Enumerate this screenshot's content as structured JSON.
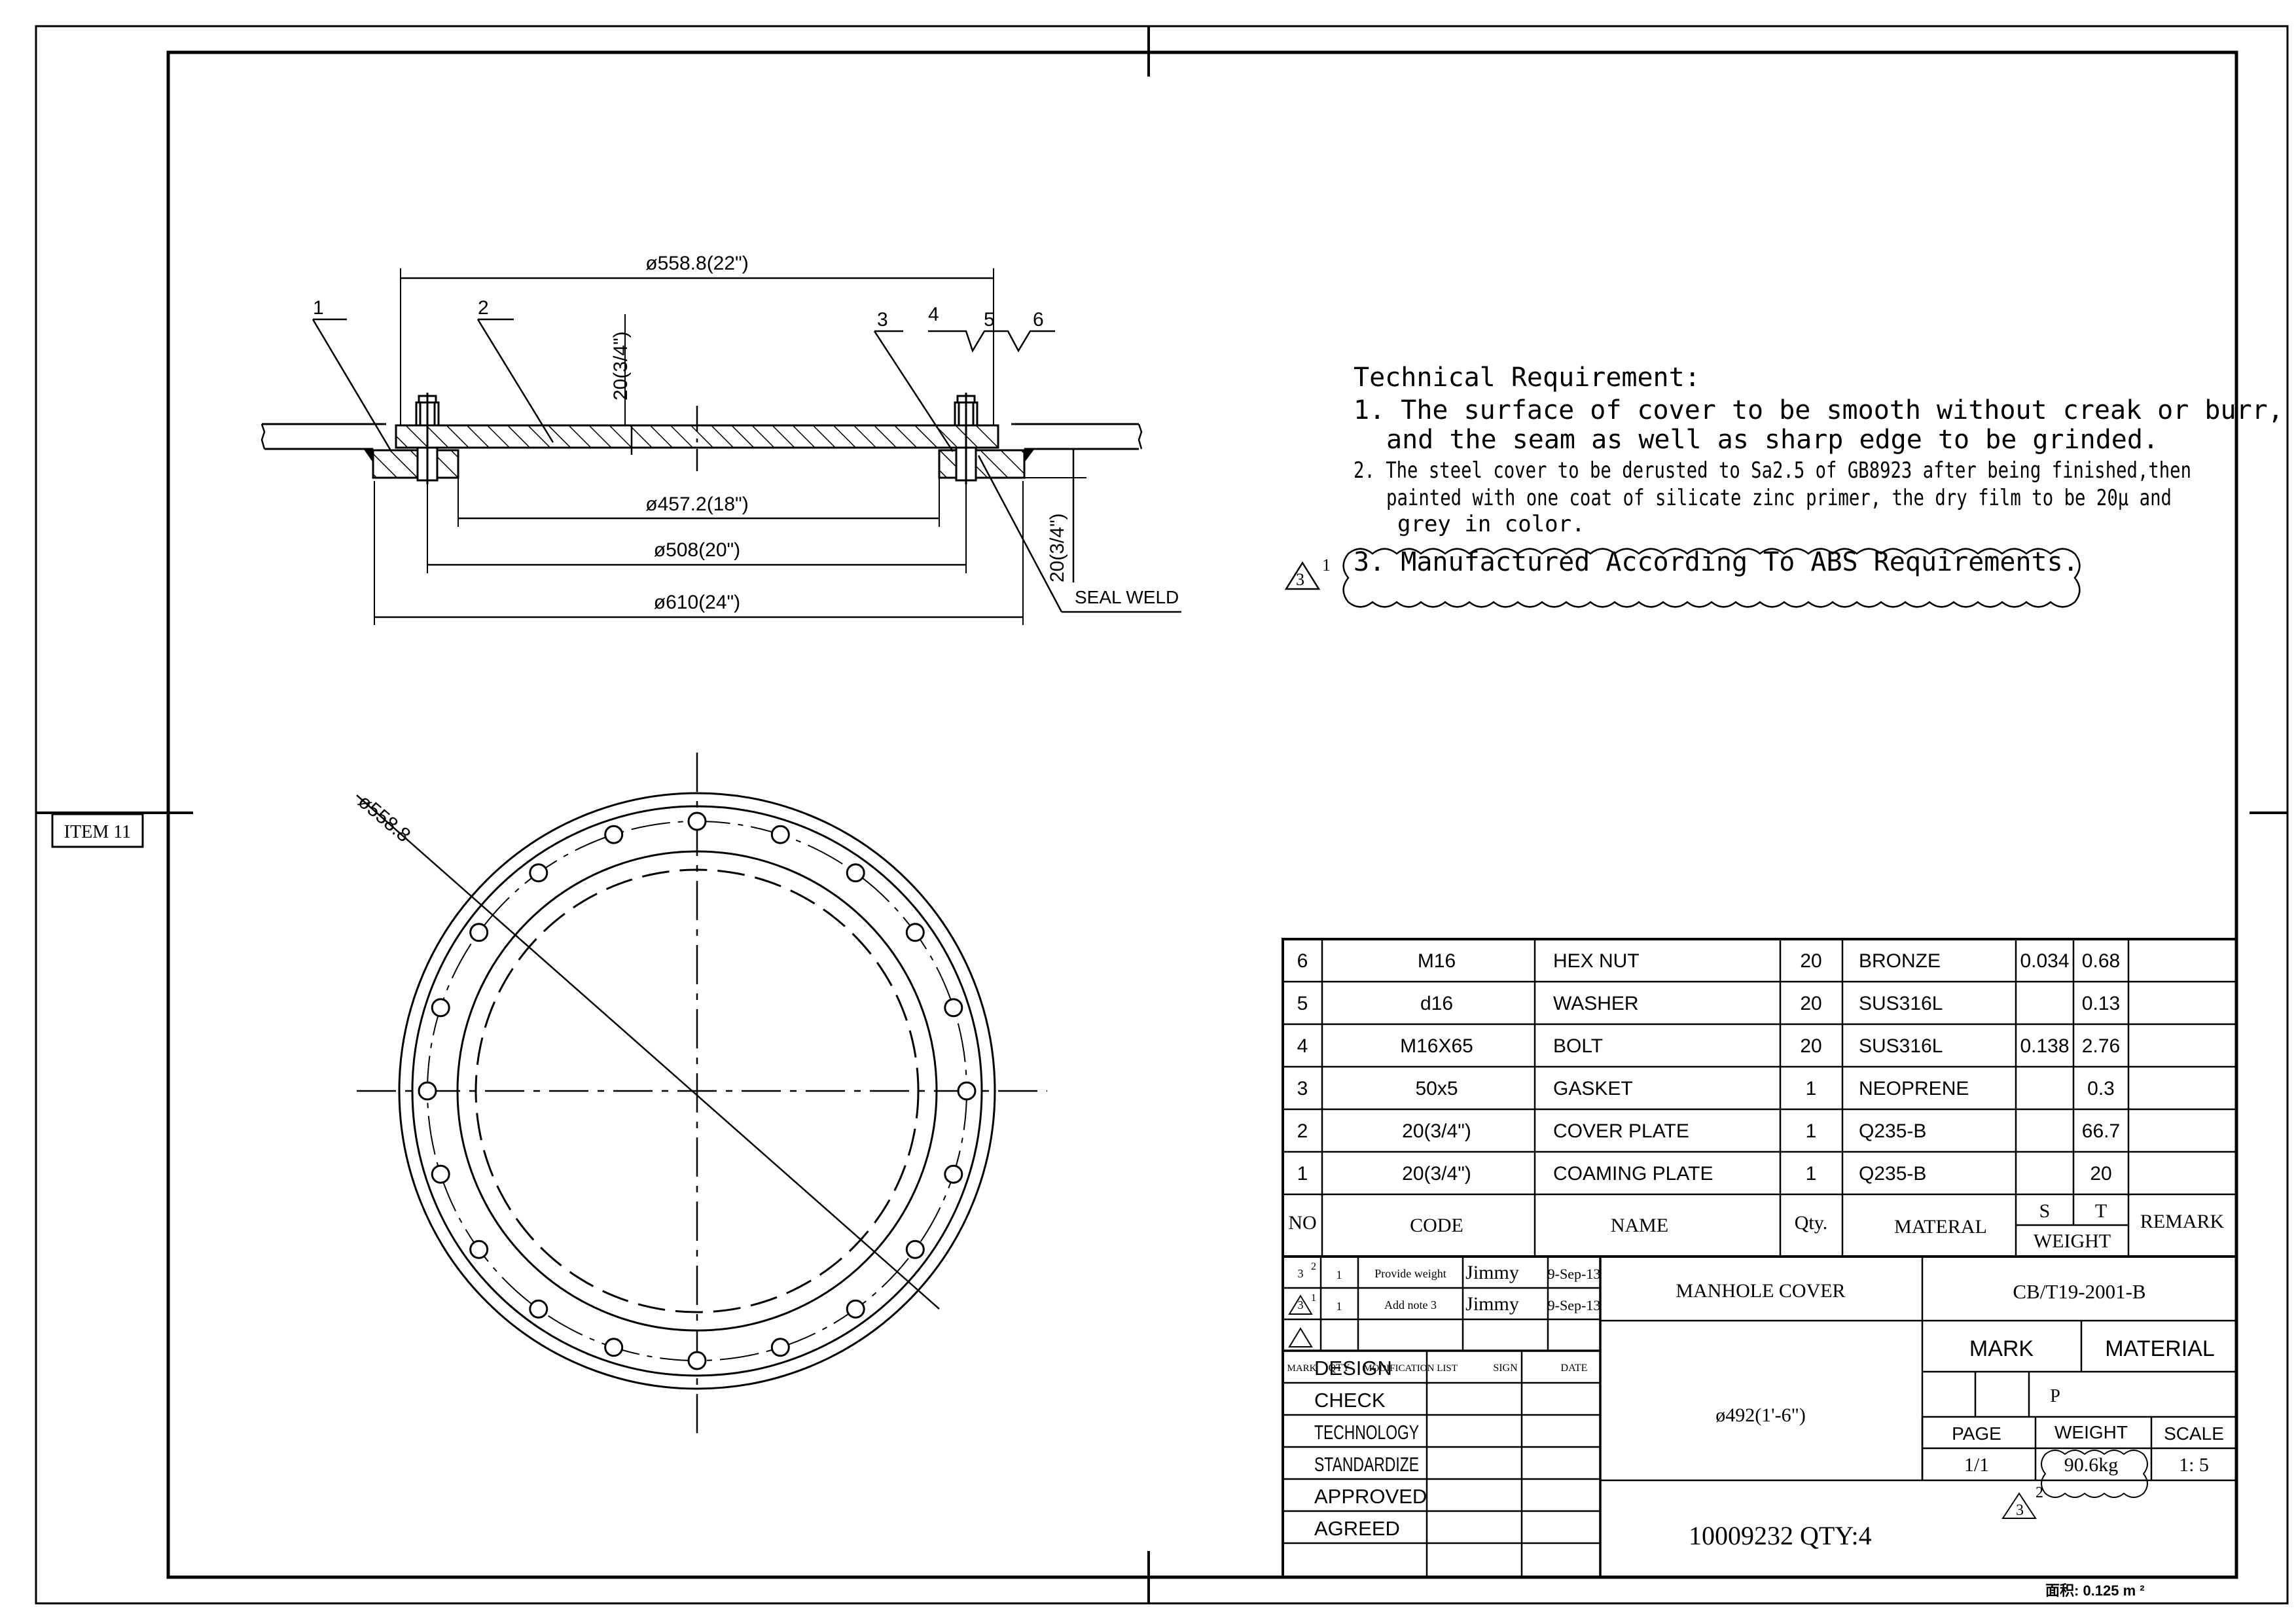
{
  "sheet": {
    "item_tag": "ITEM 11",
    "area_label": "面积: 0.125 m ²"
  },
  "section_view": {
    "dim_558": "ø558.8(22\")",
    "dim_457": "ø457.2(18\")",
    "dim_508": "ø508(20\")",
    "dim_610": "ø610(24\")",
    "dim_thk_left": "20(3/4\")",
    "dim_thk_right": "20(3/4\")",
    "seal_weld": "SEAL WELD",
    "balloons": [
      "1",
      "2",
      "3",
      "4",
      "5",
      "6"
    ]
  },
  "plan_view": {
    "dim_label": "ø558.8",
    "bolt_hole_count": 20
  },
  "tech_req": {
    "title": "Technical Requirement:",
    "line1": "1. The surface of cover to be smooth without creak or burr,",
    "line1b": "and the seam as well as sharp edge to be grinded.",
    "line2": "2. The steel cover to be derusted  to Sa2.5 of GB8923 after being finished,then",
    "line2b": "painted with one coat of silicate zinc primer, the dry film to be 20μ  and",
    "line2c": "grey in color.",
    "line3": "3. Manufactured According To ABS Requirements.",
    "rev_mark": "3",
    "rev_num": "1"
  },
  "bom": {
    "rows": [
      {
        "no": "6",
        "code": "M16",
        "name": "HEX NUT",
        "qty": "20",
        "material": "BRONZE",
        "single": "0.034",
        "total": "0.68",
        "remark": ""
      },
      {
        "no": "5",
        "code": "d16",
        "name": "WASHER",
        "qty": "20",
        "material": "SUS316L",
        "single": "",
        "total": "0.13",
        "remark": ""
      },
      {
        "no": "4",
        "code": "M16X65",
        "name": " BOLT",
        "qty": "20",
        "material": " SUS316L",
        "single": "0.138",
        "total": "2.76",
        "remark": ""
      },
      {
        "no": "3",
        "code": "50x5",
        "name": "GASKET",
        "qty": "1",
        "material": "NEOPRENE",
        "single": "",
        "total": "0.3",
        "remark": ""
      },
      {
        "no": "2",
        "code": "20(3/4\")",
        "name": "COVER PLATE",
        "qty": "1",
        "material": "Q235-B",
        "single": "",
        "total": "66.7",
        "remark": ""
      },
      {
        "no": "1",
        "code": "20(3/4\")",
        "name": "COAMING PLATE",
        "qty": "1",
        "material": "Q235-B",
        "single": "",
        "total": "20",
        "remark": ""
      }
    ],
    "header": {
      "no": "NO",
      "code": "CODE",
      "name": "NAME",
      "qty": "Qty.",
      "material": "MATERAL",
      "s": "S",
      "t": "T",
      "weight": "WEIGHT",
      "remark": "REMARK"
    }
  },
  "title_block": {
    "revisions": [
      {
        "mark": "3",
        "num": "2",
        "qty": "1",
        "desc": "Provide weight",
        "sign": "Jimmy",
        "date": "9-Sep-13"
      },
      {
        "mark": "3",
        "num": "1",
        "qty": "1",
        "desc": "Add  note 3",
        "sign": "Jimmy",
        "date": "9-Sep-13"
      }
    ],
    "rev_header": {
      "mark": "MARK",
      "qty": "QTY",
      "list": "MODIFICATION LIST",
      "sign": "SIGN",
      "date": "DATE"
    },
    "roles": [
      "DESIGN",
      "CHECK",
      "TECHNOLOGY",
      "STANDARDIZE",
      "APPROVED",
      "AGREED"
    ],
    "drawing_name": "MANHOLE COVER",
    "standard": "CB/T19-2001-B",
    "size": "ø492(1'-6\")",
    "part_no": "10009232 QTY:4",
    "mark_label": "MARK",
    "material_label": "MATERIAL",
    "p_label": "P",
    "page_label": "PAGE",
    "weight_label": "WEIGHT",
    "scale_label": "SCALE",
    "page": "1/1",
    "weight": "90.6kg",
    "scale": "1: 5",
    "weight_rev_mark": "3",
    "weight_rev_num": "2"
  }
}
